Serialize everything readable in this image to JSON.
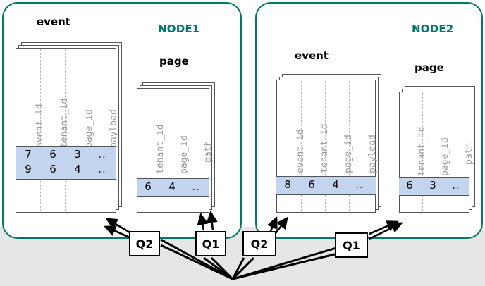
{
  "diagram": {
    "title_hidden": "",
    "colors": {
      "node_border": "#00796b",
      "node_label": "#00796b",
      "highlight_row": "#c3d4ef",
      "table_border": "#555555",
      "column_header_text": "#9a9a9a",
      "background_band": "#e6e6e6",
      "arrow": "#000000"
    }
  },
  "nodes": [
    {
      "id": "node1",
      "label": "NODE1",
      "tables": [
        {
          "name": "event",
          "columns": [
            "event_id",
            "tenant_id",
            "page_id",
            "payload"
          ],
          "highlighted_rows": [
            [
              "7",
              "6",
              "3",
              ".."
            ],
            [
              "9",
              "6",
              "4",
              ".."
            ]
          ]
        },
        {
          "name": "page",
          "columns": [
            "tenant_id",
            "page_id",
            "path"
          ],
          "highlighted_rows": [
            [
              "6",
              "4",
              ".."
            ]
          ]
        }
      ]
    },
    {
      "id": "node2",
      "label": "NODE2",
      "tables": [
        {
          "name": "event",
          "columns": [
            "event_id",
            "tenant_id",
            "page_id",
            "payload"
          ],
          "highlighted_rows": [
            [
              "8",
              "6",
              "4",
              ".."
            ]
          ]
        },
        {
          "name": "page",
          "columns": [
            "tenant_id",
            "page_id",
            "path"
          ],
          "highlighted_rows": [
            [
              "6",
              "3",
              ".."
            ]
          ]
        }
      ]
    }
  ],
  "queries": [
    {
      "id": "q2a",
      "label": "Q2",
      "node": "node1"
    },
    {
      "id": "q1a",
      "label": "Q1",
      "node": "node1"
    },
    {
      "id": "q2b",
      "label": "Q2",
      "node": "node2"
    },
    {
      "id": "q1b",
      "label": "Q1",
      "node": "node2"
    }
  ]
}
